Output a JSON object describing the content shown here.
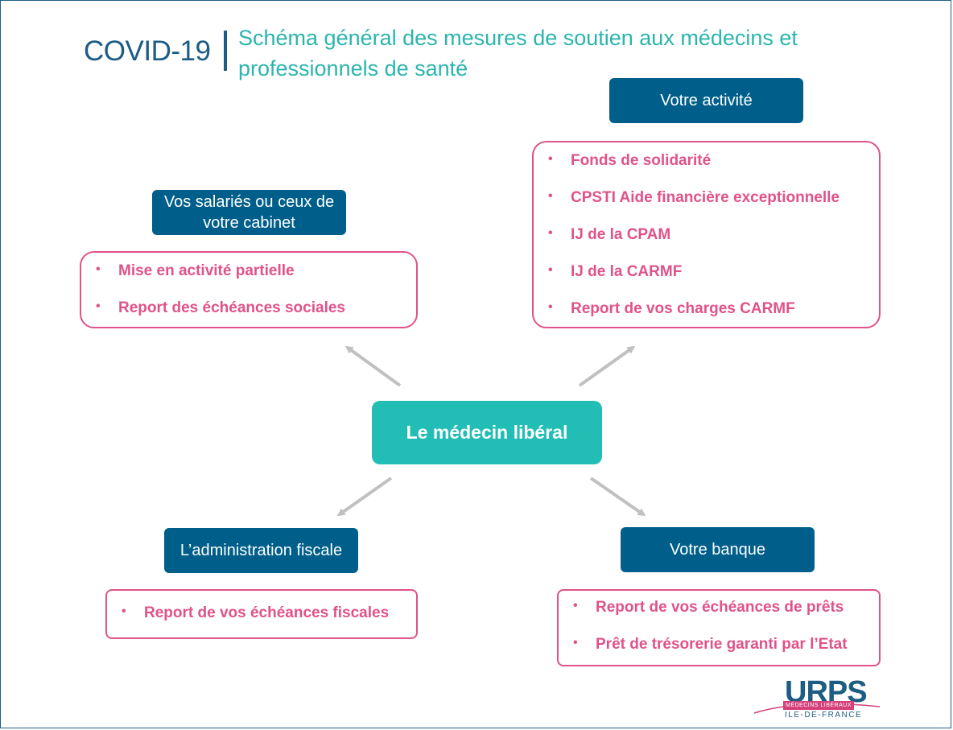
{
  "header": {
    "covid_label": "COVID-19",
    "subtitle": "Schéma général des mesures de soutien aux médecins et professionnels de santé"
  },
  "center": {
    "label": "Le médecin libéral"
  },
  "sections": {
    "activite": {
      "heading": "Votre activité",
      "items": [
        "Fonds de solidarité",
        "CPSTI Aide financière exceptionnelle",
        "IJ de la CPAM",
        "IJ de la CARMF",
        "Report de vos charges CARMF"
      ]
    },
    "salaries": {
      "heading": "Vos salariés ou ceux de votre cabinet",
      "items": [
        "Mise en activité partielle",
        "Report des échéances sociales"
      ]
    },
    "fiscal": {
      "heading": "L’administration fiscale",
      "items": [
        "Report de vos échéances fiscales"
      ]
    },
    "banque": {
      "heading": "Votre banque",
      "items": [
        "Report de vos échéances de prêts",
        "Prêt de trésorerie garanti par l’Etat"
      ]
    }
  },
  "logo": {
    "name": "URPS",
    "line1": "MÉDECINS LIBÉRAUX",
    "line2": "ILE-DE-FRANCE"
  },
  "colors": {
    "dark_blue": "#005f8a",
    "teal": "#22bdb5",
    "pink": "#e0528a",
    "arrow_gray": "#c0c0c0"
  }
}
